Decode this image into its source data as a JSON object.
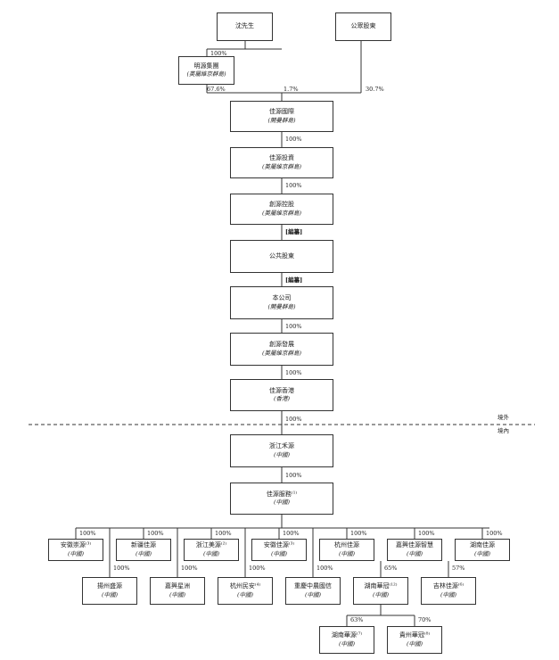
{
  "top": {
    "mr_shen": "沈先生",
    "public_top": "公眾股東",
    "mingyuan": {
      "name": "明源集團",
      "sub": "(英屬維京群島)"
    }
  },
  "chain": [
    {
      "name": "佳源國際",
      "sub": "(開曼群島)"
    },
    {
      "name": "佳源投資",
      "sub": "(英屬維京群島)"
    },
    {
      "name": "創源控股",
      "sub": "(英屬維京群島)"
    },
    {
      "name": "公共股東",
      "sub": ""
    },
    {
      "name": "本公司",
      "sub": "(開曼群島)"
    },
    {
      "name": "創源發展",
      "sub": "(英屬維京群島)"
    },
    {
      "name": "佳源香港",
      "sub": "(香港)"
    },
    {
      "name": "浙江禾源",
      "sub": "(中國)"
    },
    {
      "name": "佳源服務⁽¹⁾",
      "sub": "(中國)"
    }
  ],
  "percentages": {
    "shen_mingyuan": "100%",
    "mingyuan_intl": "67.6%",
    "shen_intl": "1.7%",
    "public_intl": "30.7%",
    "chain": [
      "100%",
      "100%",
      "[編纂]",
      "[編纂]",
      "100%",
      "100%",
      "100%",
      "100%"
    ]
  },
  "region": {
    "offshore": "境外",
    "onshore": "境內"
  },
  "subsidiaries_row1": [
    {
      "name": "安徽崇源⁽³⁾",
      "sub": "(中國)",
      "pct": "100%"
    },
    {
      "name": "新疆佳源",
      "sub": "(中國)",
      "pct": "100%"
    },
    {
      "name": "浙江美源⁽²⁾",
      "sub": "(中國)",
      "pct": "100%"
    },
    {
      "name": "安徽佳源⁽³⁾",
      "sub": "(中國)",
      "pct": "100%"
    },
    {
      "name": "杭州佳源",
      "sub": "(中國)",
      "pct": "100%"
    },
    {
      "name": "嘉興佳源智慧",
      "sub": "(中國)",
      "pct": "100%"
    },
    {
      "name": "湖南佳源",
      "sub": "(中國)",
      "pct": "100%"
    }
  ],
  "subsidiaries_row2": [
    {
      "name": "揚州盛源",
      "sub": "(中國)",
      "pct": "100%"
    },
    {
      "name": "嘉興星洲",
      "sub": "(中國)",
      "pct": "100%"
    },
    {
      "name": "杭州民安⁽⁴⁾",
      "sub": "(中國)",
      "pct": "100%"
    },
    {
      "name": "重慶中農國信",
      "sub": "(中國)",
      "pct": "100%"
    },
    {
      "name": "湖南華冠⁽¹²⁾",
      "sub": "(中國)",
      "pct": "65%"
    },
    {
      "name": "吉林佳源⁽⁶⁾",
      "sub": "(中國)",
      "pct": "57%"
    }
  ],
  "subsidiaries_row3": [
    {
      "name": "湖南華源⁽⁷⁾",
      "sub": "(中國)",
      "pct": "63%"
    },
    {
      "name": "貴州華冠⁽⁸⁾",
      "sub": "(中國)",
      "pct": "70%"
    }
  ]
}
